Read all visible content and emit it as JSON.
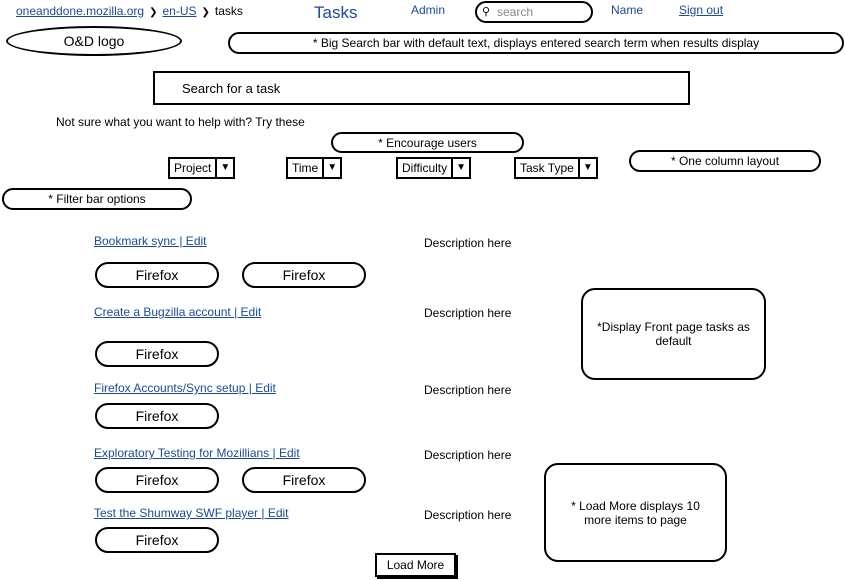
{
  "header": {
    "breadcrumb": [
      "oneanddone.mozilla.org",
      "en-US",
      "tasks"
    ],
    "title": "Tasks",
    "admin": "Admin",
    "search_placeholder": "search",
    "name": "Name",
    "sign_out": "Sign out",
    "logo": "O&D logo"
  },
  "search": {
    "placeholder": "Search for a task"
  },
  "prompt": "Not sure what you want to help with? Try these",
  "filters": [
    "Project",
    "Time",
    "Difficulty",
    "Task Type"
  ],
  "notes": {
    "search": "* Big Search bar with default text, displays entered search term when results display",
    "encourage": "* Encourage users",
    "one_column": "* One column layout",
    "filter": "* Filter bar options",
    "front": "*Display Front page tasks as default",
    "load_more": "* Load More displays 10 more items to page"
  },
  "tasks": [
    {
      "title": "Bookmark sync  |  Edit",
      "description": "Description here",
      "tags": [
        "Firefox",
        "Firefox"
      ]
    },
    {
      "title": "Create a Bugzilla account  |  Edit",
      "description": "Description here",
      "tags": [
        "Firefox"
      ]
    },
    {
      "title": "Firefox Accounts/Sync setup  |  Edit",
      "description": "Description here",
      "tags": [
        "Firefox"
      ]
    },
    {
      "title": "Exploratory Testing for Mozillians  |  Edit",
      "description": "Description here",
      "tags": [
        "Firefox",
        "Firefox"
      ]
    },
    {
      "title": "Test the Shumway SWF player  |  Edit",
      "description": "Description here",
      "tags": [
        "Firefox"
      ]
    }
  ],
  "load_more": "Load More"
}
